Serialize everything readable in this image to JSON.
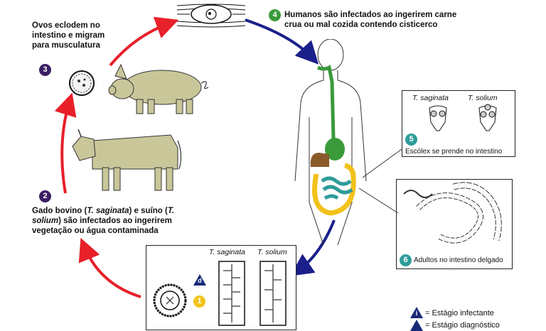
{
  "stages": {
    "s1": {
      "number": "1"
    },
    "s2": {
      "number": "2",
      "text_a": "Gado bovino (",
      "text_b": "T. saginata",
      "text_c": ") e suíno (",
      "text_d": "T.",
      "text_e": "solium",
      "text_f": ") são infectados ao ingerirem",
      "text_g": "vegetação ou água contaminada"
    },
    "s3": {
      "number": "3",
      "line1": "Ovos eclodem no",
      "line2": "intestino e migram",
      "line3": "para musculatura"
    },
    "s4": {
      "number": "4",
      "line1": "Humanos são infectados ao ingerirem carne",
      "line2": "crua ou mal cozida contendo cisticerco"
    },
    "s5": {
      "number": "5",
      "caption": "Escólex se prende no intestino",
      "species1": "T. saginata",
      "species2": "T. solium"
    },
    "s6": {
      "number": "6",
      "caption": "Adultos no intestino delgado"
    }
  },
  "bottom_box": {
    "species1": "T. saginata",
    "species2": "T. solium",
    "diag_letter": "d"
  },
  "legend": {
    "infective_letter": "i",
    "infective_text": "= Estágio infectante",
    "diagnostic_text": "= Estágio diagnóstico"
  },
  "colors": {
    "red_arrow": "#e8202a",
    "blue_arrow": "#1b1f8a",
    "purple": "#3b1e63",
    "green": "#3a9a3a",
    "teal": "#2e9c9a",
    "yellow": "#f2c21b",
    "animal": "#c9c79a",
    "navy": "#1a2a7a"
  }
}
